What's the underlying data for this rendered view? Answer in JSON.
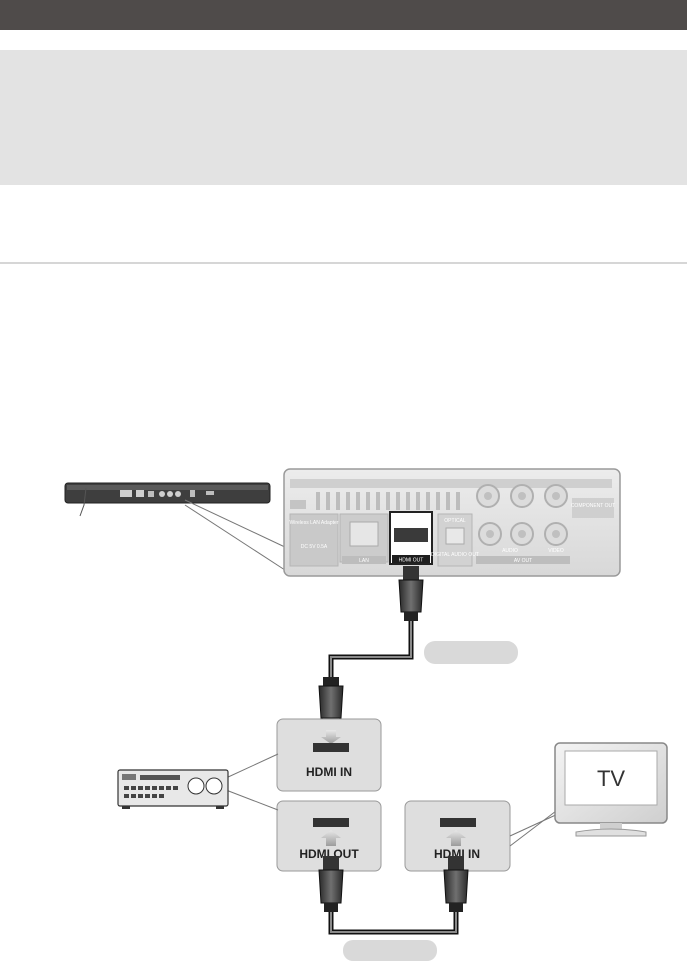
{
  "diagram": {
    "player_panel": {
      "port_labels": {
        "wireless_lan": "Wireless LAN Adapter",
        "wireless_power": "DC 5V 0.5A",
        "lan": "LAN",
        "hdmi_out": "HDMI OUT",
        "optical": "OPTICAL",
        "digital_audio_out": "DIGITAL AUDIO OUT",
        "component_out": "COMPONENT OUT",
        "audio": "AUDIO",
        "video": "VIDEO",
        "av_out": "AV OUT"
      }
    },
    "receiver_hdmi_in_label": "HDMI IN",
    "receiver_hdmi_out_label": "HDMI OUT",
    "tv_hdmi_in_label": "HDMI IN",
    "tv_screen_label": "TV"
  }
}
